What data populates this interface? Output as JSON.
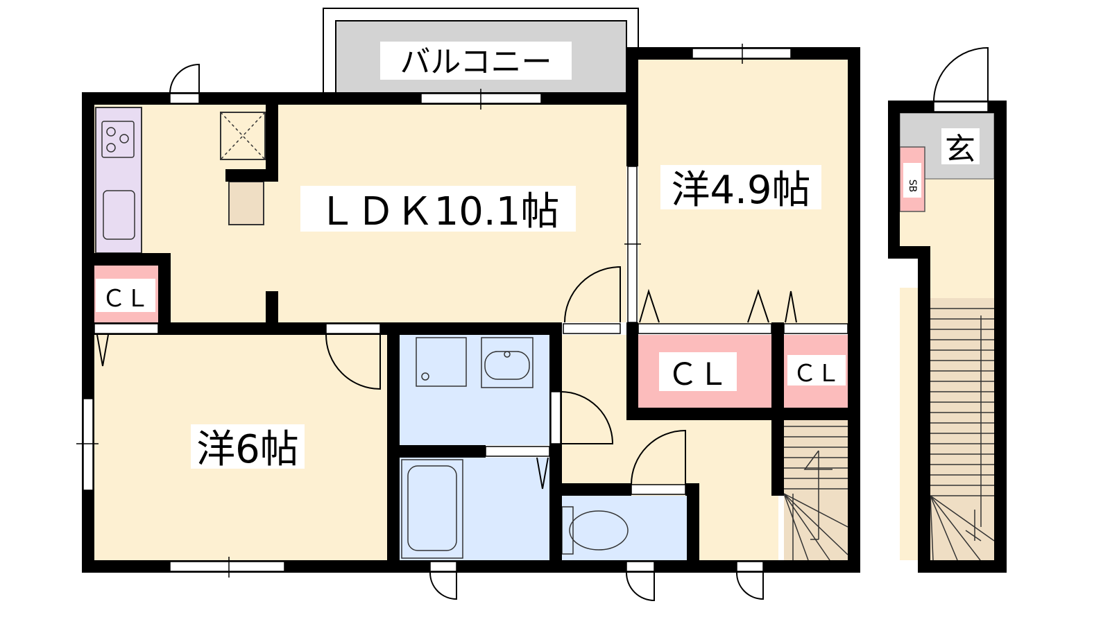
{
  "plan": {
    "rooms": {
      "balcony": "バルコニー",
      "ldk": "ＬＤＫ10.1帖",
      "western_49": "洋4.9帖",
      "western_6": "洋6帖",
      "entrance": "玄",
      "shoe_box": "SB",
      "closet_kitchen": "ＣＬ",
      "closet_mid": "ＣＬ",
      "closet_right": "ＣＬ"
    },
    "colors": {
      "room": "#fdf0d2",
      "wet": "#dbeaff",
      "closet": "#fcbcbc",
      "balcony": "#d3d3d3",
      "stairs": "#efdec4",
      "kitchen": "#e8dcf2"
    }
  }
}
